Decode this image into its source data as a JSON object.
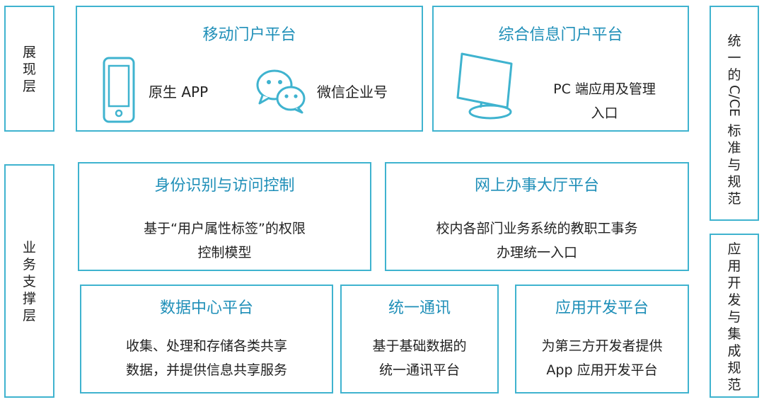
{
  "layers": {
    "presentation": [
      "展",
      "现",
      "层"
    ],
    "business": [
      "业",
      "务",
      "支",
      "撑",
      "层"
    ]
  },
  "standards": {
    "cice": [
      "统",
      "一",
      "的",
      "C/CE",
      "标",
      "准",
      "与",
      "规",
      "范"
    ],
    "appdev": [
      "应",
      "用",
      "开",
      "发",
      "与",
      "集",
      "成",
      "规",
      "范"
    ]
  },
  "mobile": {
    "title": "移动门户平台",
    "native_app": "原生 APP",
    "wechat": "微信企业号"
  },
  "portal": {
    "title": "综合信息门户平台",
    "desc": [
      "PC 端应用及管理",
      "入口"
    ]
  },
  "identity": {
    "title": "身份识别与访问控制",
    "desc": [
      "基于“用户属性标签”的权限",
      "控制模型"
    ]
  },
  "hall": {
    "title": "网上办事大厅平台",
    "desc": [
      "校内各部门业务系统的教职工事务",
      "办理统一入口"
    ]
  },
  "datacenter": {
    "title": "数据中心平台",
    "desc": [
      "收集、处理和存储各类共享",
      "数据，并提供信息共享服务"
    ]
  },
  "comm": {
    "title": "统一通讯",
    "desc": [
      "基于基础数据的",
      "统一通讯平台"
    ]
  },
  "appdev": {
    "title": "应用开发平台",
    "desc": [
      "为第三方开发者提供",
      "App 应用开发平台"
    ]
  },
  "colors": {
    "border": "#3fb3cf",
    "title": "#1f8fb8",
    "icon": "#3fb3cf"
  },
  "icons": [
    "phone-icon",
    "wechat-icon",
    "monitor-icon"
  ]
}
